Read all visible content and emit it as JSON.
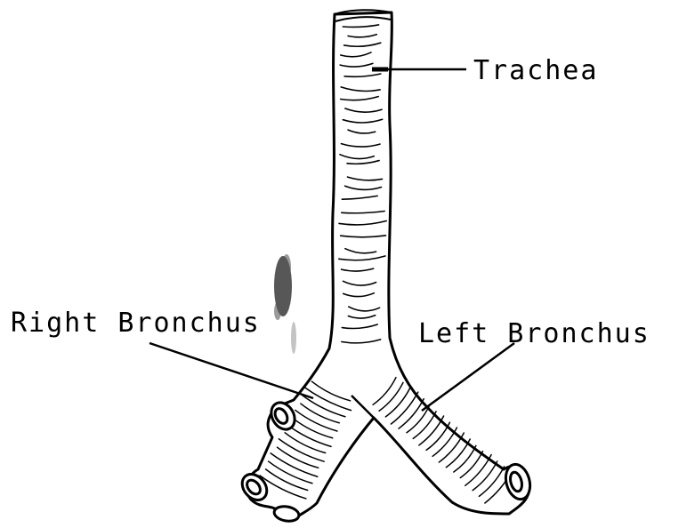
{
  "labels": {
    "trachea": "Trachea",
    "right_bronchus": "Right Bronchus",
    "left_bronchus": "Left Bronchus"
  },
  "colors": {
    "ink": "#000000",
    "paper": "#ffffff",
    "smudge": "#3a3a3a"
  }
}
